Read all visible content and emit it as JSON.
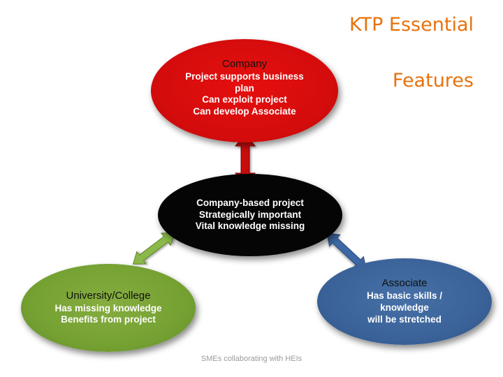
{
  "title": {
    "line1": "KTP Essential",
    "line2": "Features"
  },
  "colors": {
    "title": "#e8720e",
    "company": "#d40c0c",
    "project": "#050505",
    "university": "#74a032",
    "associate": "#3a6298"
  },
  "nodes": {
    "company": {
      "heading": "Company",
      "lines": [
        "Project supports business",
        "plan",
        "Can exploit project",
        "Can develop Associate"
      ]
    },
    "project": {
      "lines": [
        "Company-based project",
        "Strategically important",
        "Vital knowledge missing"
      ]
    },
    "university": {
      "heading": "University/College",
      "lines": [
        "Has missing knowledge",
        "Benefits from project"
      ]
    },
    "associate": {
      "heading": "Associate",
      "lines": [
        "Has basic skills /",
        "knowledge",
        "will be stretched"
      ]
    }
  },
  "footer": "SMEs collaborating with HEIs"
}
